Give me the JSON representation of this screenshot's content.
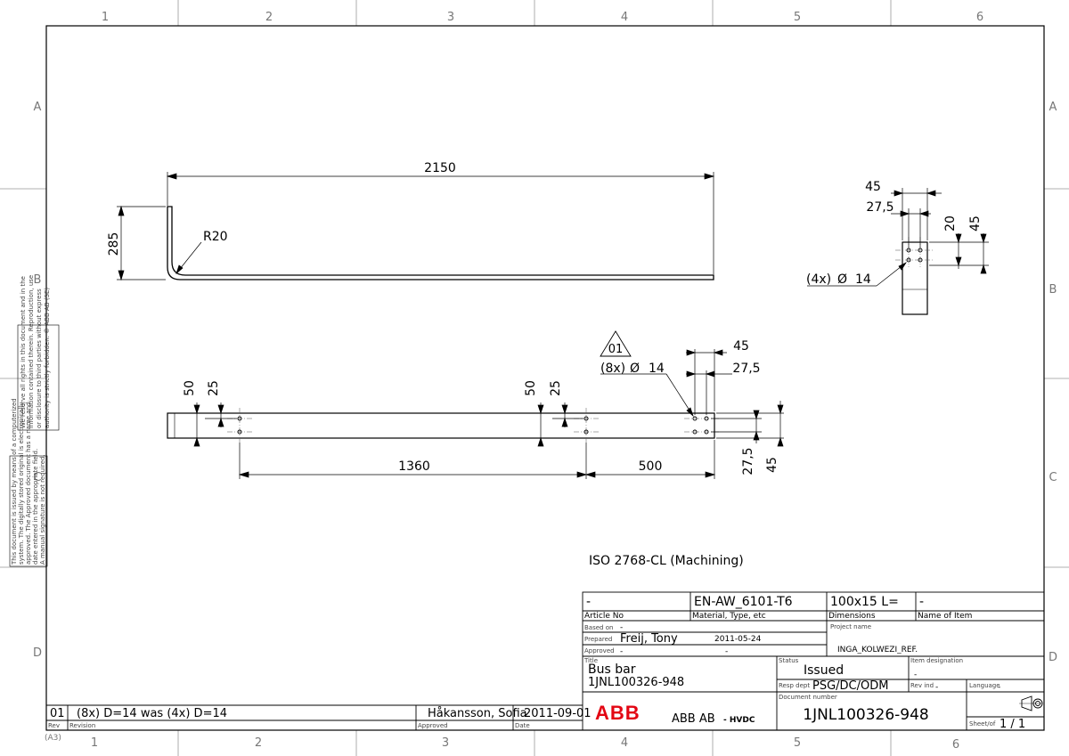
{
  "grid": {
    "columns": [
      "1",
      "2",
      "3",
      "4",
      "5",
      "6"
    ],
    "rows": [
      "A",
      "B",
      "C",
      "D"
    ]
  },
  "left_notes": {
    "rights_notice": [
      "We reserve all rights in this document and in the",
      "information contained therein. Reproduction, use",
      "or disclosure to third parties without express",
      "authority is strictly forbidden.   © ABB AB (SE)"
    ],
    "signature_notice": [
      "This document is issued by means of a computerized",
      "system. The digitally stored original is electronically",
      "approved. The Approved document has a name and",
      "date entered in the appropriate field.",
      "A manual signature is not required."
    ]
  },
  "views": {
    "side": {
      "length": "2150",
      "height": "285",
      "radius": "R20"
    },
    "end": {
      "dim_45": "45",
      "dim_27_5": "27,5",
      "dim_20": "20",
      "dim_45_v": "45",
      "hole_prefix": "(4x)",
      "hole_symbol": "Ø",
      "hole_size": "14"
    },
    "top": {
      "revision_marker": "01",
      "hole_prefix": "(8x)",
      "hole_symbol": "Ø",
      "hole_size": "14",
      "dim_45_top": "45",
      "dim_27_5_top": "27,5",
      "dim_50_left": "50",
      "dim_25_left": "25",
      "dim_50_mid": "50",
      "dim_25_mid": "25",
      "dim_1360": "1360",
      "dim_500": "500",
      "dim_27_5_right": "27,5",
      "dim_45_right": "45"
    }
  },
  "tolerance_note": "ISO 2768-CL (Machining)",
  "title_block": {
    "article_no": {
      "label": "Article No",
      "value": "-"
    },
    "material": {
      "label": "Material, Type, etc",
      "value": "EN-AW_6101-T6"
    },
    "dimensions": {
      "label": "Dimensions",
      "value": "100x15  L="
    },
    "name_of_item": {
      "label": "Name of Item",
      "value": "-"
    },
    "based_on": {
      "label": "Based on",
      "value": "-"
    },
    "prepared": {
      "label": "Prepared",
      "value": "Freij, Tony",
      "date": "2011-05-24"
    },
    "approved_row": {
      "label": "Approved",
      "value": "-",
      "date": "-"
    },
    "project": {
      "label": "Project name",
      "value": "INGA_KOLWEZI_REF."
    },
    "title": {
      "label": "Title",
      "line1": "Bus bar",
      "line2": "1JNL100326-948"
    },
    "status": {
      "label": "Status",
      "value": "Issued"
    },
    "item_designation": {
      "label": "Item designation",
      "value": "-"
    },
    "resp_dept": {
      "label": "Resp dept",
      "value": "PSG/DC/ODM"
    },
    "rev_ind": {
      "label": "Rev ind",
      "value": "-"
    },
    "language": {
      "label": "Language",
      "value": "-"
    },
    "doc_number": {
      "label": "Document number",
      "value": "1JNL100326-948"
    },
    "company": {
      "logo": "ABB",
      "name": "ABB AB",
      "division": "- HVDC"
    },
    "sheet": {
      "label": "Sheet/of",
      "value": "1 / 1"
    }
  },
  "revision": {
    "rev": "01",
    "description": "(8x) D=14 was (4x) D=14",
    "approved_by": "Håkansson, Sofia",
    "date": "2011-09-01",
    "labels": {
      "rev": "Rev",
      "revision": "Revision",
      "approved": "Approved",
      "date": "Date"
    }
  },
  "sheet_size": "(A3)",
  "colors": {
    "line": "#000000",
    "center_line": "#555555",
    "logo": "#e30613"
  }
}
